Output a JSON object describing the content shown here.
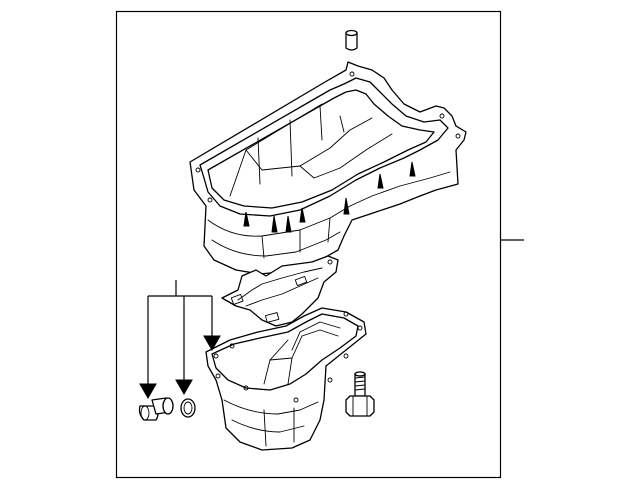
{
  "diagram": {
    "background": "#ffffff",
    "line_color": "#000000",
    "parts": [
      {
        "name": "dowel-pin"
      },
      {
        "name": "upper-oil-pan"
      },
      {
        "name": "oil-pan-gasket"
      },
      {
        "name": "lower-oil-pan"
      },
      {
        "name": "drain-plug"
      },
      {
        "name": "drain-plug-washer"
      },
      {
        "name": "pan-bolt"
      }
    ]
  }
}
